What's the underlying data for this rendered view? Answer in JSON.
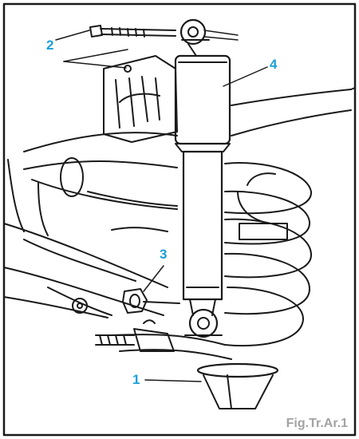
{
  "colors": {
    "callout": "#1aa0d8",
    "caption": "#a3a3a3",
    "line": "#1a1a1a",
    "frame": "#1a1a1a",
    "background": "#ffffff"
  },
  "callouts": {
    "c1": "1",
    "c2": "2",
    "c3": "3",
    "c4": "4"
  },
  "caption": "Fig.Tr.Ar.1"
}
